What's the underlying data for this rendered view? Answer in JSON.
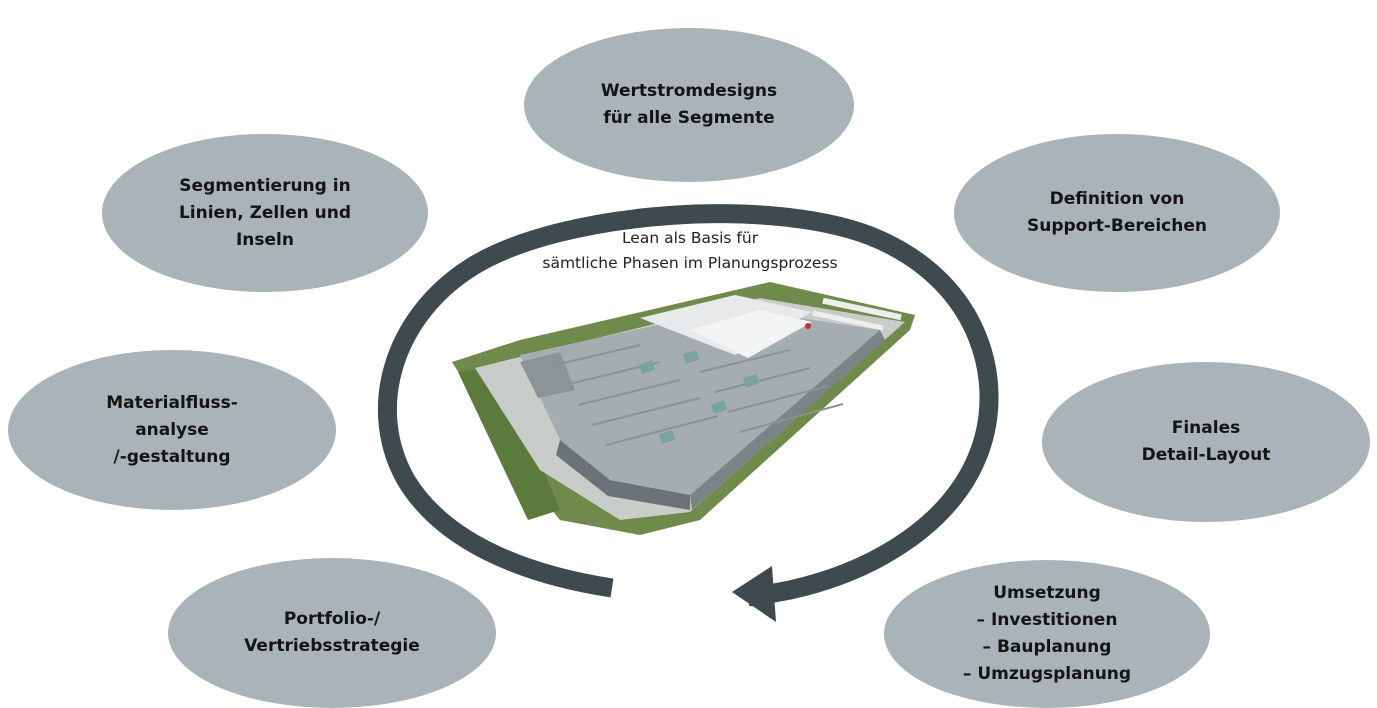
{
  "diagram": {
    "center_caption": "Lean als Basis für\nsämtliche Phasen im Planungsprozess",
    "phases": [
      {
        "id": "wertstrom",
        "text": "Wertstromdesigns\nfür alle Segmente"
      },
      {
        "id": "support",
        "text": "Definition von\nSupport-Bereichen"
      },
      {
        "id": "layout",
        "text": "Finales\nDetail-Layout"
      },
      {
        "id": "umsetzung",
        "text": "Umsetzung\n– Investitionen\n– Bauplanung\n– Umzugsplanung"
      },
      {
        "id": "portfolio",
        "text": "Portfolio-/\nVertriebsstrategie"
      },
      {
        "id": "materialfluss",
        "text": "Materialfluss-\nanalyse\n/-gestaltung"
      },
      {
        "id": "segmentierung",
        "text": "Segmentierung in\nLinien, Zellen und\nInseln"
      }
    ],
    "colors": {
      "ellipse": "#aab3b7",
      "cycle_arrow": "#3e4a4e",
      "text": "#141414"
    },
    "center_image": "factory-aerial-rendering"
  }
}
